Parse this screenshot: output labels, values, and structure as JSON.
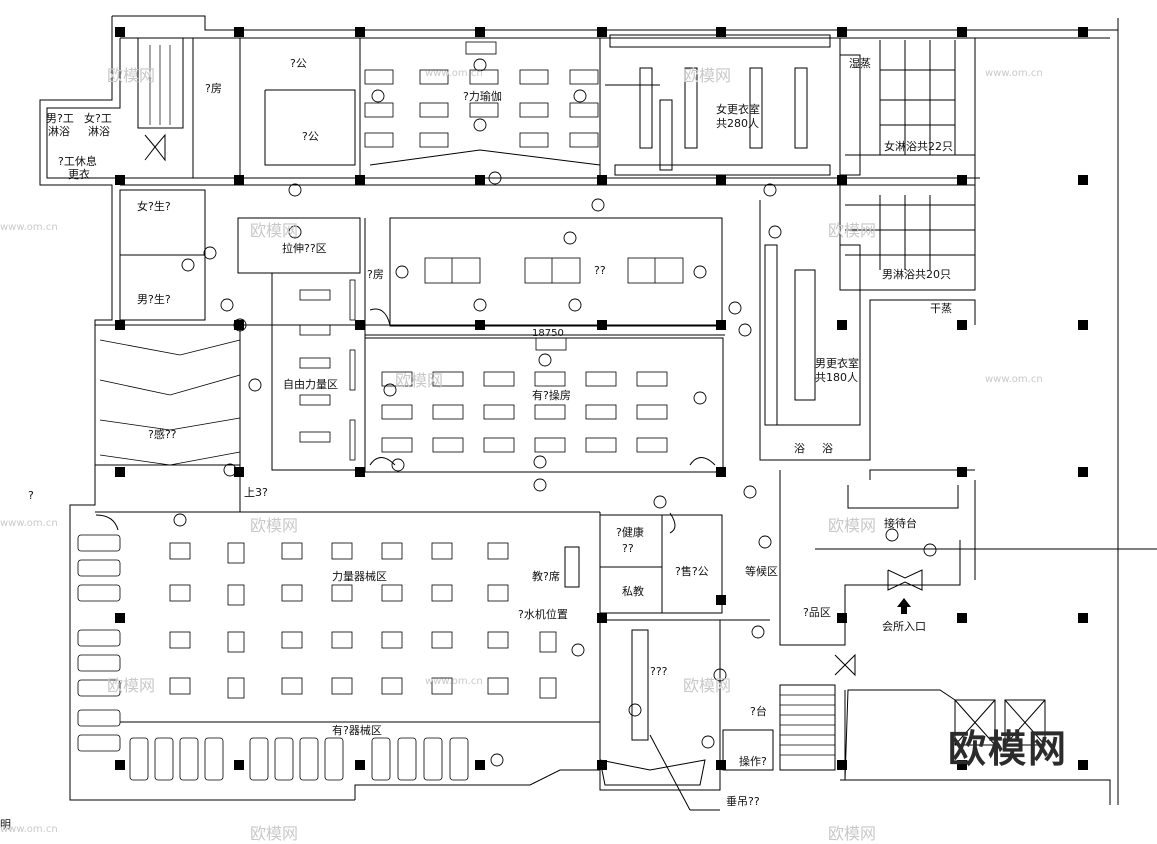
{
  "labels": {
    "coach_shower": "?",
    "coach_shower_2": "?",
    "room_top": "?房",
    "office_1": "?公",
    "office_2": "?公",
    "yoga": "?力瑜伽",
    "women_locker": "女更衣室",
    "women_locker_count": "共280人",
    "wet_steam": "湿蒸",
    "women_shower": "女淋浴共22只",
    "staff_rest": "?工休息",
    "staff_change": "更衣",
    "coach_shower_m": "男?工",
    "coach_shower_m2": "淋浴",
    "coach_shower_f": "女?工",
    "coach_shower_f2": "淋浴",
    "female_wc": "女?生?",
    "male_wc": "男?生?",
    "stretch": "拉伸??区",
    "room_mid": "?房",
    "aerobics_top": "??",
    "men_shower": "男淋浴共20只",
    "dry_steam": "干蒸",
    "dimension": "18750",
    "free_weights": "自由力量区",
    "aerobics_room": "有?操房",
    "men_locker": "男更衣室",
    "men_locker_count": "共180人",
    "spinning": "?感??",
    "up_stairs": "上3?",
    "shop": "?",
    "bath_left": "浴",
    "bath_right": "浴",
    "reception": "接待台",
    "strength_zone": "力量器械区",
    "health_1": "?健康",
    "health_2": "??",
    "coach_station": "教?席",
    "sales_office": "?售?公",
    "private_coach": "私教",
    "waiting_area": "等候区",
    "water_machine": "?水机位置",
    "goods_area": "?品区",
    "club_entrance": "会所入口",
    "bar": "???",
    "bar_counter": "?台",
    "operation": "操作?",
    "cardio_zone": "有?器械区",
    "hanging": "垂吊??",
    "legend": "明",
    "brand": "欧模网",
    "watermark": "欧模网",
    "watermark_url": "www.om.cn"
  }
}
